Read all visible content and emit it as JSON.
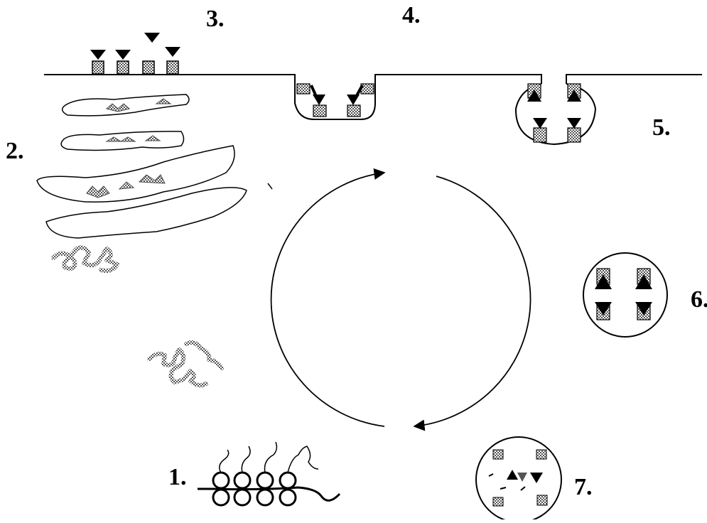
{
  "labels": {
    "step1": "1.",
    "step2": "2.",
    "step3": "3.",
    "step4": "4.",
    "step5": "5.",
    "step6": "6.",
    "step7": "7."
  },
  "colors": {
    "ink": "#000000",
    "stipple": "#6e6e6e",
    "background": "#ffffff"
  }
}
